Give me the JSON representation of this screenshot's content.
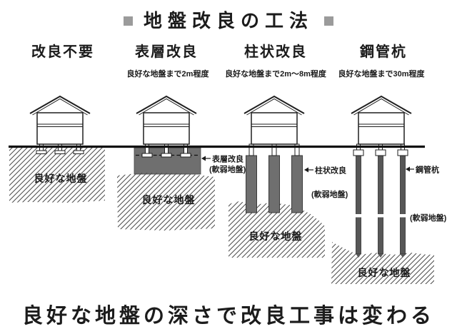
{
  "title": {
    "text": "地盤改良の工法"
  },
  "columns": [
    {
      "name": "改良不要",
      "subtitle": "",
      "ground_label": "良好な地盤"
    },
    {
      "name": "表層改良",
      "subtitle": "良好な地盤まで2m程度",
      "annotation": "表層改良",
      "annotation_note": "(軟弱地盤)",
      "ground_label": "良好な地盤"
    },
    {
      "name": "柱状改良",
      "subtitle": "良好な地盤まで2m〜8m程度",
      "annotation": "柱状改良",
      "annotation_note": "(軟弱地盤)",
      "ground_label": "良好な地盤"
    },
    {
      "name": "鋼管杭",
      "subtitle": "良好な地盤まで30m程度",
      "annotation": "鋼管杭",
      "annotation_note": "(軟弱地盤)",
      "ground_label": "良好な地盤"
    }
  ],
  "footer": {
    "text": "良好な地盤の深さで改良工事は変わる"
  },
  "colors": {
    "improvement_fill": "#6f6f6f",
    "pile_fill": "#575757",
    "title_square": "#9b9b9b",
    "ink": "#1b1b1b"
  }
}
